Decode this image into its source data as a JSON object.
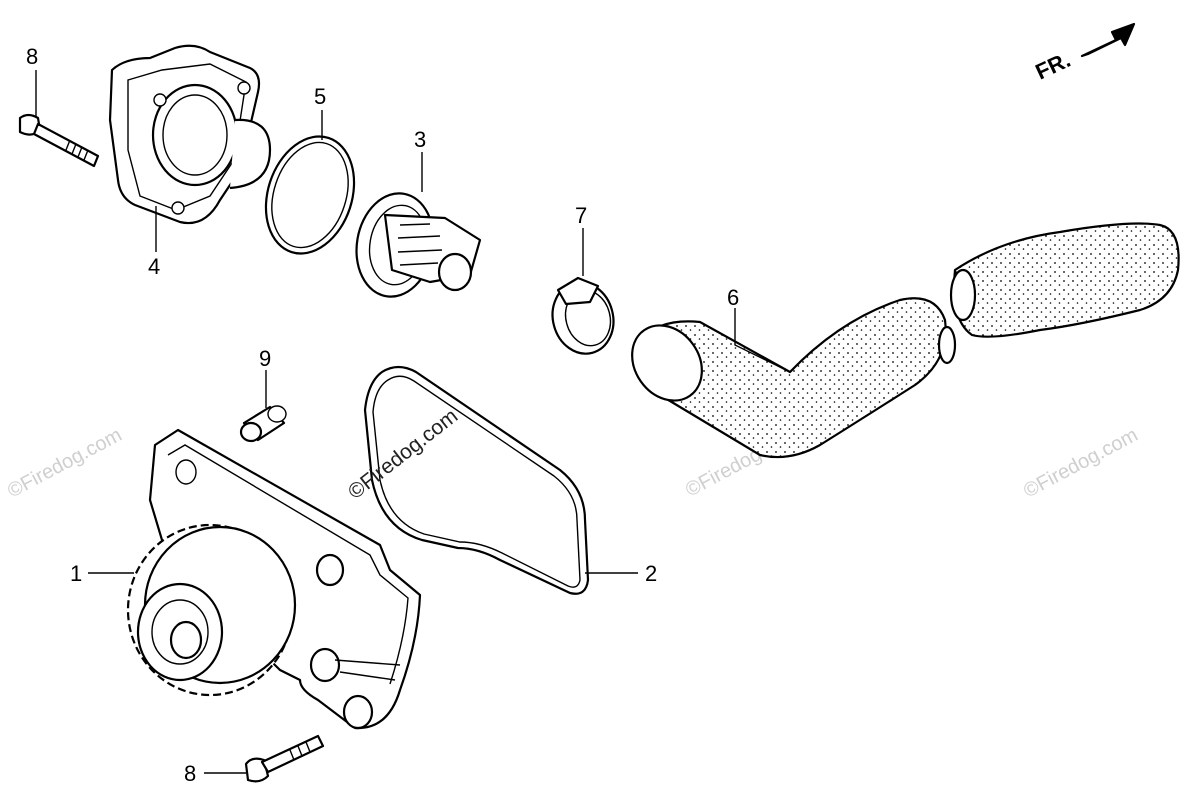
{
  "watermark_text": "©Firedog.com",
  "direction_label": "FR.",
  "callouts": {
    "c1": "1",
    "c2": "2",
    "c3": "3",
    "c4": "4",
    "c5": "5",
    "c6": "6",
    "c7": "7",
    "c8_top": "8",
    "c8_bottom": "8",
    "c9": "9"
  },
  "colors": {
    "line": "#000000",
    "watermark": "#cfcfcf",
    "background": "#ffffff"
  }
}
